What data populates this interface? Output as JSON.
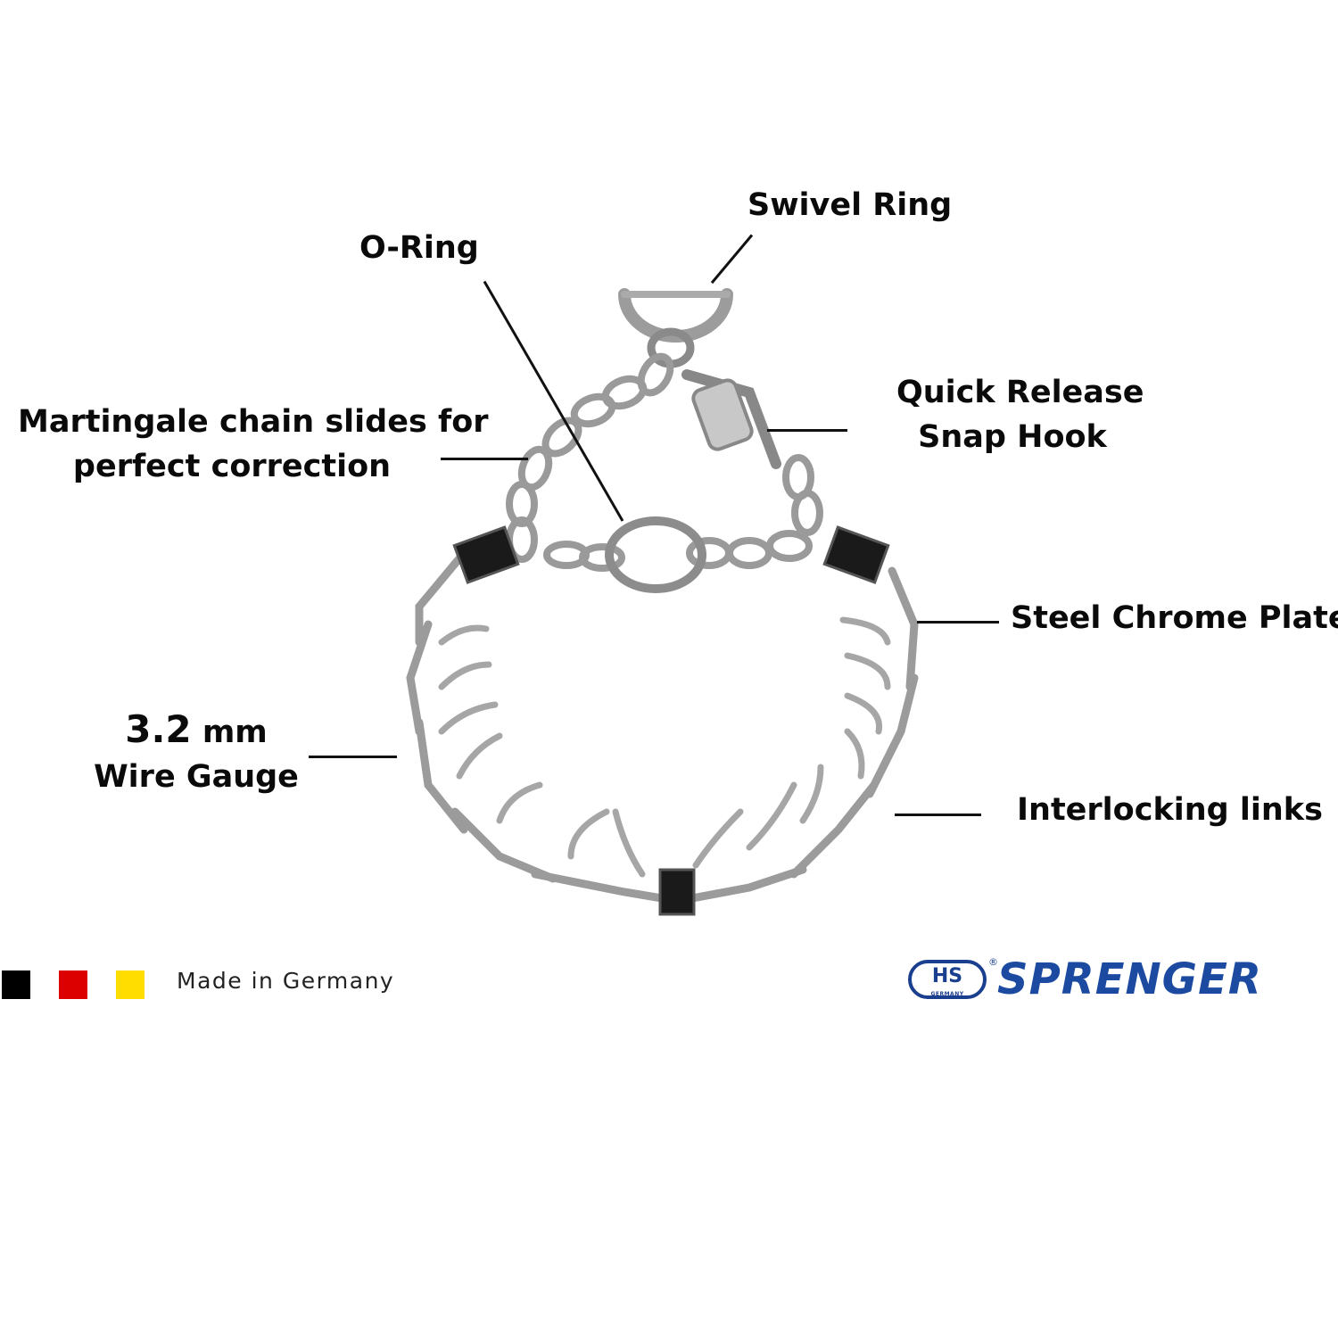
{
  "labels": {
    "swivel_ring": "Swivel Ring",
    "o_ring": "O-Ring",
    "martingale_line1": "Martingale chain slides for",
    "martingale_line2": "perfect correction",
    "quick_release_line1": "Quick Release",
    "quick_release_line2": "Snap Hook",
    "steel_chrome": "Steel Chrome Plated",
    "gauge_value": "3.2",
    "gauge_unit": "mm",
    "gauge_label": "Wire Gauge",
    "interlocking": "Interlocking links"
  },
  "footer": {
    "flag_colors": [
      "#000000",
      "#dd0000",
      "#ffdd00"
    ],
    "made_in": "Made in Germany",
    "logo": {
      "badge": "HS",
      "badge_sub": "GERMANY",
      "reg": "®",
      "word": "SPRENGER",
      "color": "#1b4aa0"
    }
  },
  "product": {
    "image_icon": "prong-collar-icon"
  }
}
